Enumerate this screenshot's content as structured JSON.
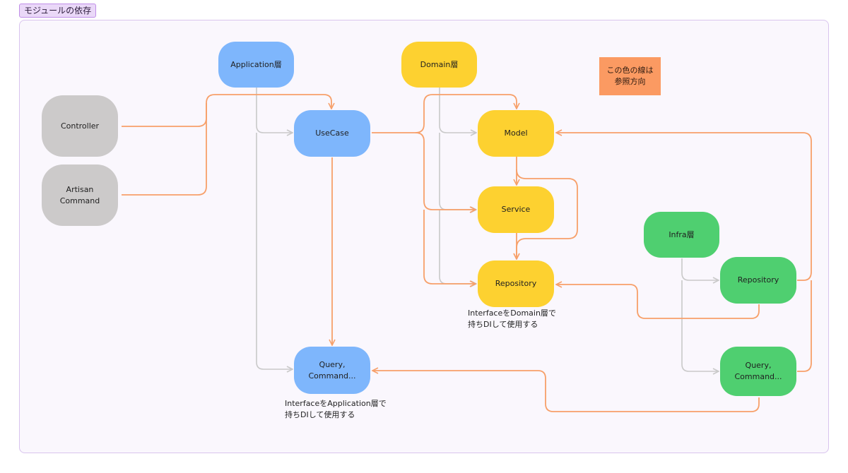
{
  "section_label": "モジュールの依存",
  "legend_note": "この色の線は\n参照方向",
  "colors": {
    "reference_line": "#f7a06a",
    "gray_line": "#c9c9c9",
    "application_layer": "#7eb6fc",
    "domain_layer": "#fdd130",
    "infra_layer": "#4fcf70",
    "entry_points": "#cccaca"
  },
  "nodes": {
    "controller": "Controller",
    "artisan_command": "Artisan\nCommand",
    "application_layer": "Application層",
    "usecase": "UseCase",
    "app_query_command": "Query,\nCommand...",
    "domain_layer": "Domain層",
    "model": "Model",
    "service": "Service",
    "domain_repository": "Repository",
    "infra_layer": "Infra層",
    "infra_repository": "Repository",
    "infra_query_command": "Query,\nCommand..."
  },
  "notes": {
    "domain_repository_note": "InterfaceをDomain層で\n持ちDIして使用する",
    "app_query_note": "InterfaceをApplication層で\n持ちDIして使用する"
  }
}
